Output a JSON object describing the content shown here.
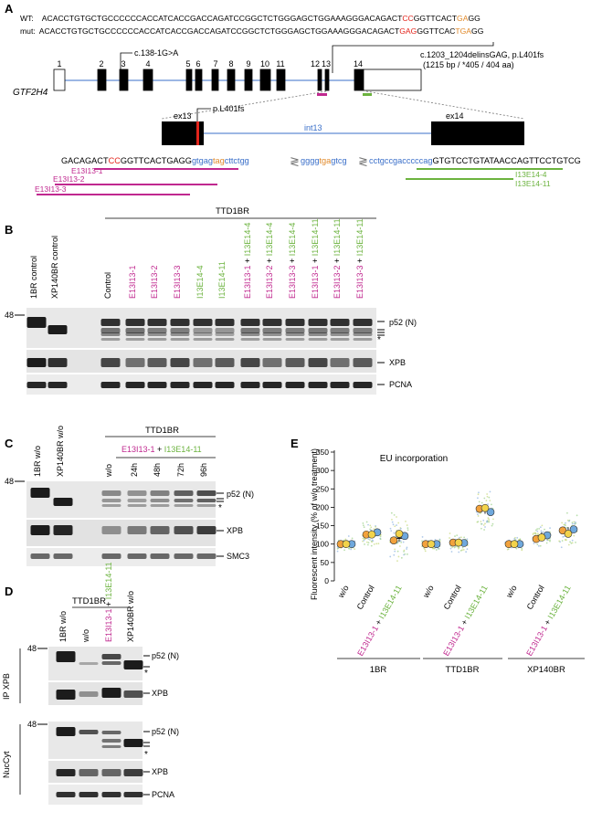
{
  "colors": {
    "magenta": "#c0288f",
    "green": "#6cb33f",
    "red": "#e3241b",
    "orange": "#e0892a",
    "blue": "#3a6fc9",
    "black": "#000000",
    "gray": "#888888",
    "gel_dark": "#1a1a1a",
    "gel_bg": "#e7e7e7"
  },
  "panel_a": {
    "letter": "A",
    "wt_label": "WT:",
    "wt_seq_pre": "ACACCTGTGCTGCCCCCCACCATCACCGACCAGATCCGGCTCTGGGAGCTGGAAAGGGACAGACT",
    "wt_seq_red": "CC",
    "wt_seq_mid": "GGTTCACT",
    "wt_seq_orange": "GA",
    "wt_seq_post": "GG",
    "mut_label": "mut:",
    "mut_seq_pre": "ACACCTGTGCTGCCCCCCACCATCACCGACCAGATCCGGCTCTGGGAGCTGGAAAGGGACAGACT",
    "mut_seq_red": "GAG",
    "mut_seq_mid": "GGTTCAC",
    "mut_seq_orange": "TGA",
    "mut_seq_post": "GG",
    "mutation_1": "c.138-1G>A",
    "mutation_2_line1": "c.1203_1204delinsGAG, p.L401fs",
    "mutation_2_line2": "(1215 bp / *405 / 404 aa)",
    "gene_name": "GTF2H4",
    "exon_numbers": [
      "1",
      "2",
      "3",
      "4",
      "5",
      "6",
      "7",
      "8",
      "9",
      "10",
      "11",
      "12",
      "13",
      "14"
    ],
    "zoom_ex13": "ex13",
    "zoom_int13": "int13",
    "zoom_ex14": "ex14",
    "zoom_mut": "p.L401fs",
    "bottom_seq": {
      "s1": "GACAGACT",
      "s2": "CC",
      "s3": "GGTTCACTGAGG",
      "s4": "gtgag",
      "s5": "tag",
      "s6": "cttctgg",
      "s7": "gggg",
      "s8": "tga",
      "s9": "gtcg",
      "s10": "cctgccgacccccag",
      "s11": "GTGTCCTGTATAACCAGTTCCTGTCG"
    },
    "oligos_magenta": [
      "E13I13-1",
      "E13I13-2",
      "E13I13-3"
    ],
    "oligos_green": [
      "I13E14-4",
      "I13E14-11"
    ]
  },
  "panel_b": {
    "letter": "B",
    "cell_group": "TTD1BR",
    "lanes": [
      {
        "label": "1BR control",
        "color": "black"
      },
      {
        "label": "XP140BR control",
        "color": "black"
      },
      {
        "label": "Control",
        "color": "black"
      },
      {
        "label": "E13I13-1",
        "color": "magenta"
      },
      {
        "label": "E13I13-2",
        "color": "magenta"
      },
      {
        "label": "E13I13-3",
        "color": "magenta"
      },
      {
        "label": "I13E14-4",
        "color": "green"
      },
      {
        "label": "I13E14-11",
        "color": "green"
      },
      {
        "a": "E13I13-1",
        "b": "I13E14-4"
      },
      {
        "a": "E13I13-2",
        "b": "I13E14-4"
      },
      {
        "a": "E13I13-3",
        "b": "I13E14-4"
      },
      {
        "a": "E13I13-1",
        "b": "I13E14-11"
      },
      {
        "a": "E13I13-2",
        "b": "I13E14-11"
      },
      {
        "a": "E13I13-3",
        "b": "I13E14-11"
      }
    ],
    "plus": " + ",
    "mw": "48",
    "blot_labels": [
      "p52 (N)",
      "*",
      "XPB",
      "PCNA"
    ]
  },
  "panel_c": {
    "letter": "C",
    "cell_group": "TTD1BR",
    "treat_a": "E13I13-1",
    "treat_plus": " + ",
    "treat_b": "I13E14-11",
    "lanes": [
      "1BR w/o",
      "XP140BR w/o",
      "w/o",
      "24h",
      "48h",
      "72h",
      "96h"
    ],
    "mw": "48",
    "blot_labels": [
      "p52 (N)",
      "*",
      "XPB",
      "SMC3"
    ]
  },
  "panel_d": {
    "letter": "D",
    "cell_group": "TTD1BR",
    "lanes": [
      "1BR w/o",
      "w/o",
      "E13I13-1 + I13E14-11",
      "XP140BR w/o"
    ],
    "lane3_a": "E13I13-1",
    "lane3_plus": " + ",
    "lane3_b": "I13E14-11",
    "mw": "48",
    "mw2": "48",
    "side_ip": "IP XPB",
    "side_nuc": "NucCyt",
    "blot_labels": [
      "p52 (N)",
      "*",
      "XPB",
      "p52 (N)",
      "*",
      "XPB",
      "PCNA"
    ]
  },
  "panel_e": {
    "letter": "E",
    "title": "EU incorporation",
    "ylabel": "Fluorescent intensity (% of w/o treatment)",
    "yticks": [
      "0",
      "50",
      "100",
      "150",
      "200",
      "250",
      "300"
    ],
    "ymax_label": "350",
    "xtick_wo": "w/o",
    "xtick_control": "Control",
    "xtick_combo_a": "E13I13-1",
    "xtick_combo_plus": " + ",
    "xtick_combo_b": "I13E14-11",
    "groups": [
      "1BR",
      "TTD1BR",
      "XP140BR"
    ],
    "chart_data": {
      "type": "scatter",
      "title": "EU incorporation",
      "ylabel": "Fluorescent intensity (% of w/o treatment)",
      "ylim": [
        0,
        350
      ],
      "categories": [
        "1BR w/o",
        "1BR Control",
        "1BR E13I13-1 + I13E14-11",
        "TTD1BR w/o",
        "TTD1BR Control",
        "TTD1BR E13I13-1 + I13E14-11",
        "XP140BR w/o",
        "XP140BR Control",
        "XP140BR E13I13-1 + I13E14-11"
      ],
      "means": [
        100,
        128,
        116,
        100,
        104,
        192,
        100,
        122,
        136
      ],
      "replicates": [
        [
          100,
          100,
          100
        ],
        [
          126,
          132,
          126
        ],
        [
          110,
          122,
          128
        ],
        [
          100,
          100,
          100
        ],
        [
          104,
          103,
          104
        ],
        [
          196,
          187,
          198
        ],
        [
          100,
          100,
          100
        ],
        [
          114,
          124,
          118
        ],
        [
          137,
          140,
          128
        ]
      ]
    }
  }
}
